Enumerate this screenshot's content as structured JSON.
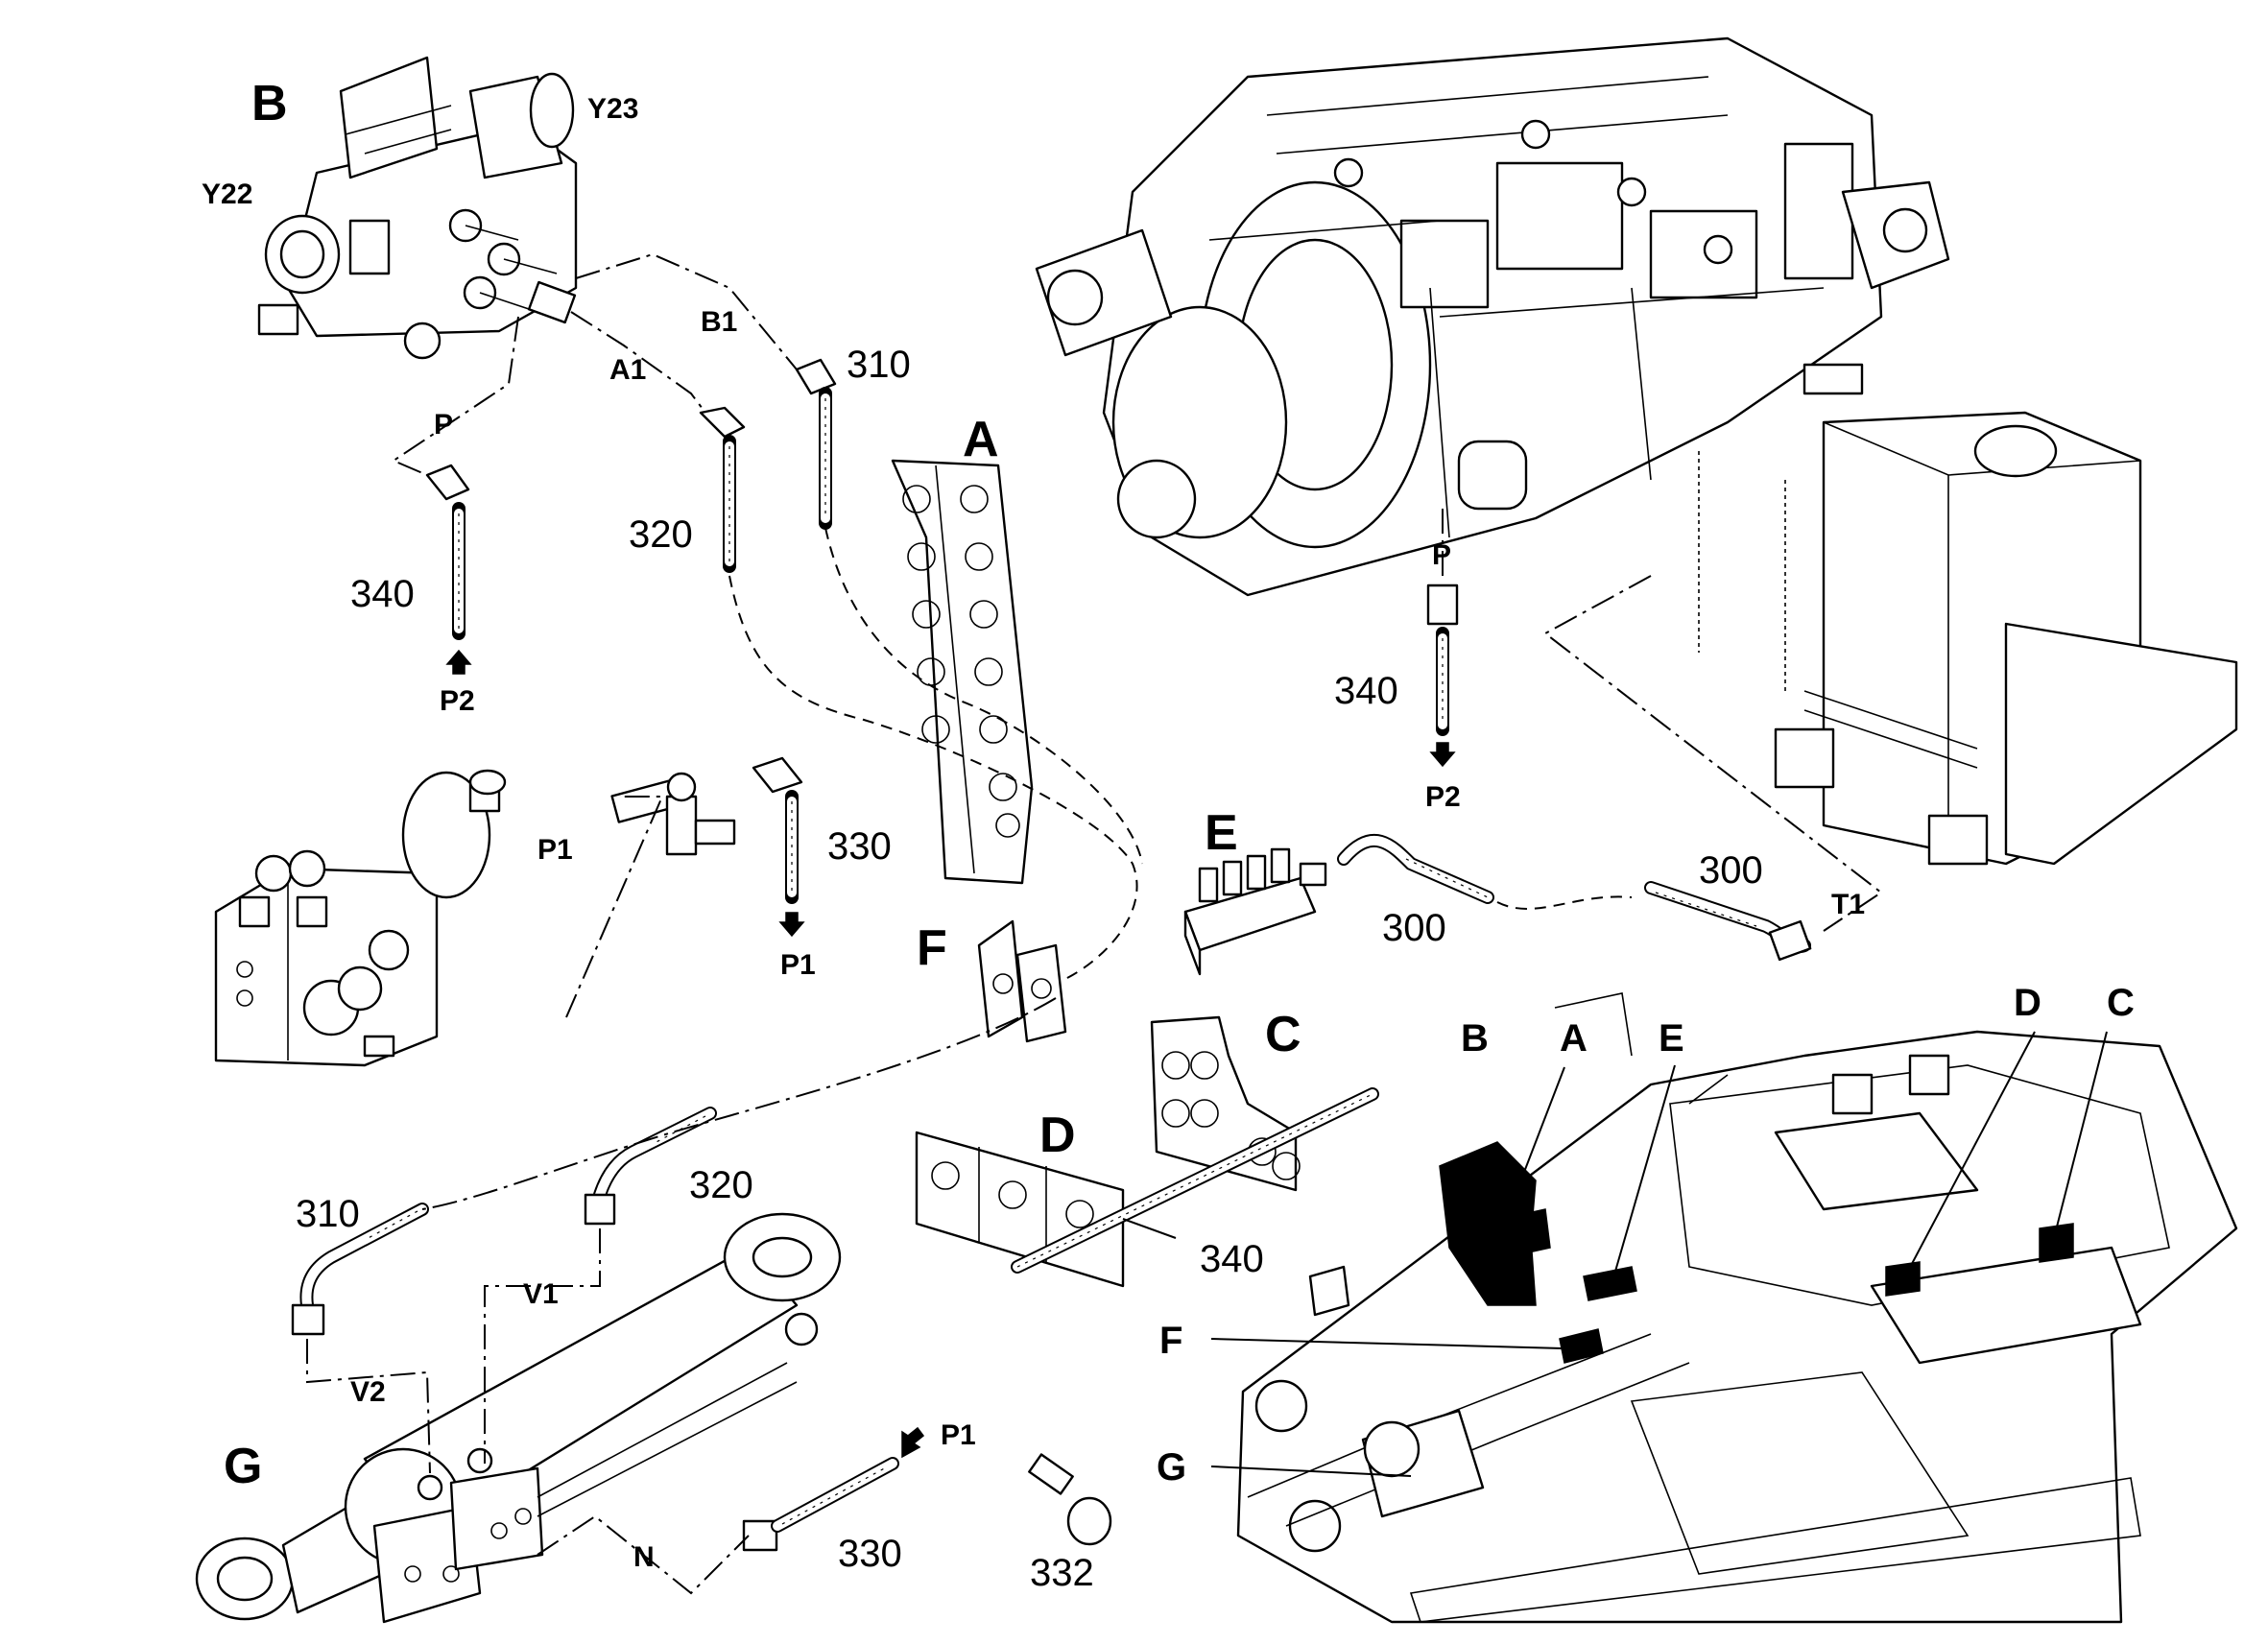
{
  "detail_labels": {
    "B": "B",
    "A": "A",
    "F": "F",
    "E": "E",
    "C": "C",
    "D": "D",
    "G": "G"
  },
  "overview_labels": {
    "B": "B",
    "A": "A",
    "E": "E",
    "D": "D",
    "C": "C",
    "F": "F",
    "G": "G"
  },
  "port_labels": {
    "y23": "Y23",
    "y22": "Y22",
    "b1": "B1",
    "a1": "A1",
    "p_valve": "P",
    "p2_valve": "P2",
    "p_engine": "P",
    "p2_engine": "P2",
    "p1_accumulator": "P1",
    "p1_hose": "P1",
    "p1_bottom": "P1",
    "t1": "T1",
    "v1": "V1",
    "v2": "V2",
    "n": "N"
  },
  "part_numbers": {
    "n310_top": "310",
    "n320_top": "320",
    "n340_top": "340",
    "n330_top": "330",
    "n340_engine": "340",
    "n300_left": "300",
    "n300_right": "300",
    "n340_clamp": "340",
    "n310_bottom": "310",
    "n320_bottom": "320",
    "n330_bottom": "330",
    "n332": "332"
  },
  "colors": {
    "line": "#000000",
    "background": "#ffffff"
  }
}
